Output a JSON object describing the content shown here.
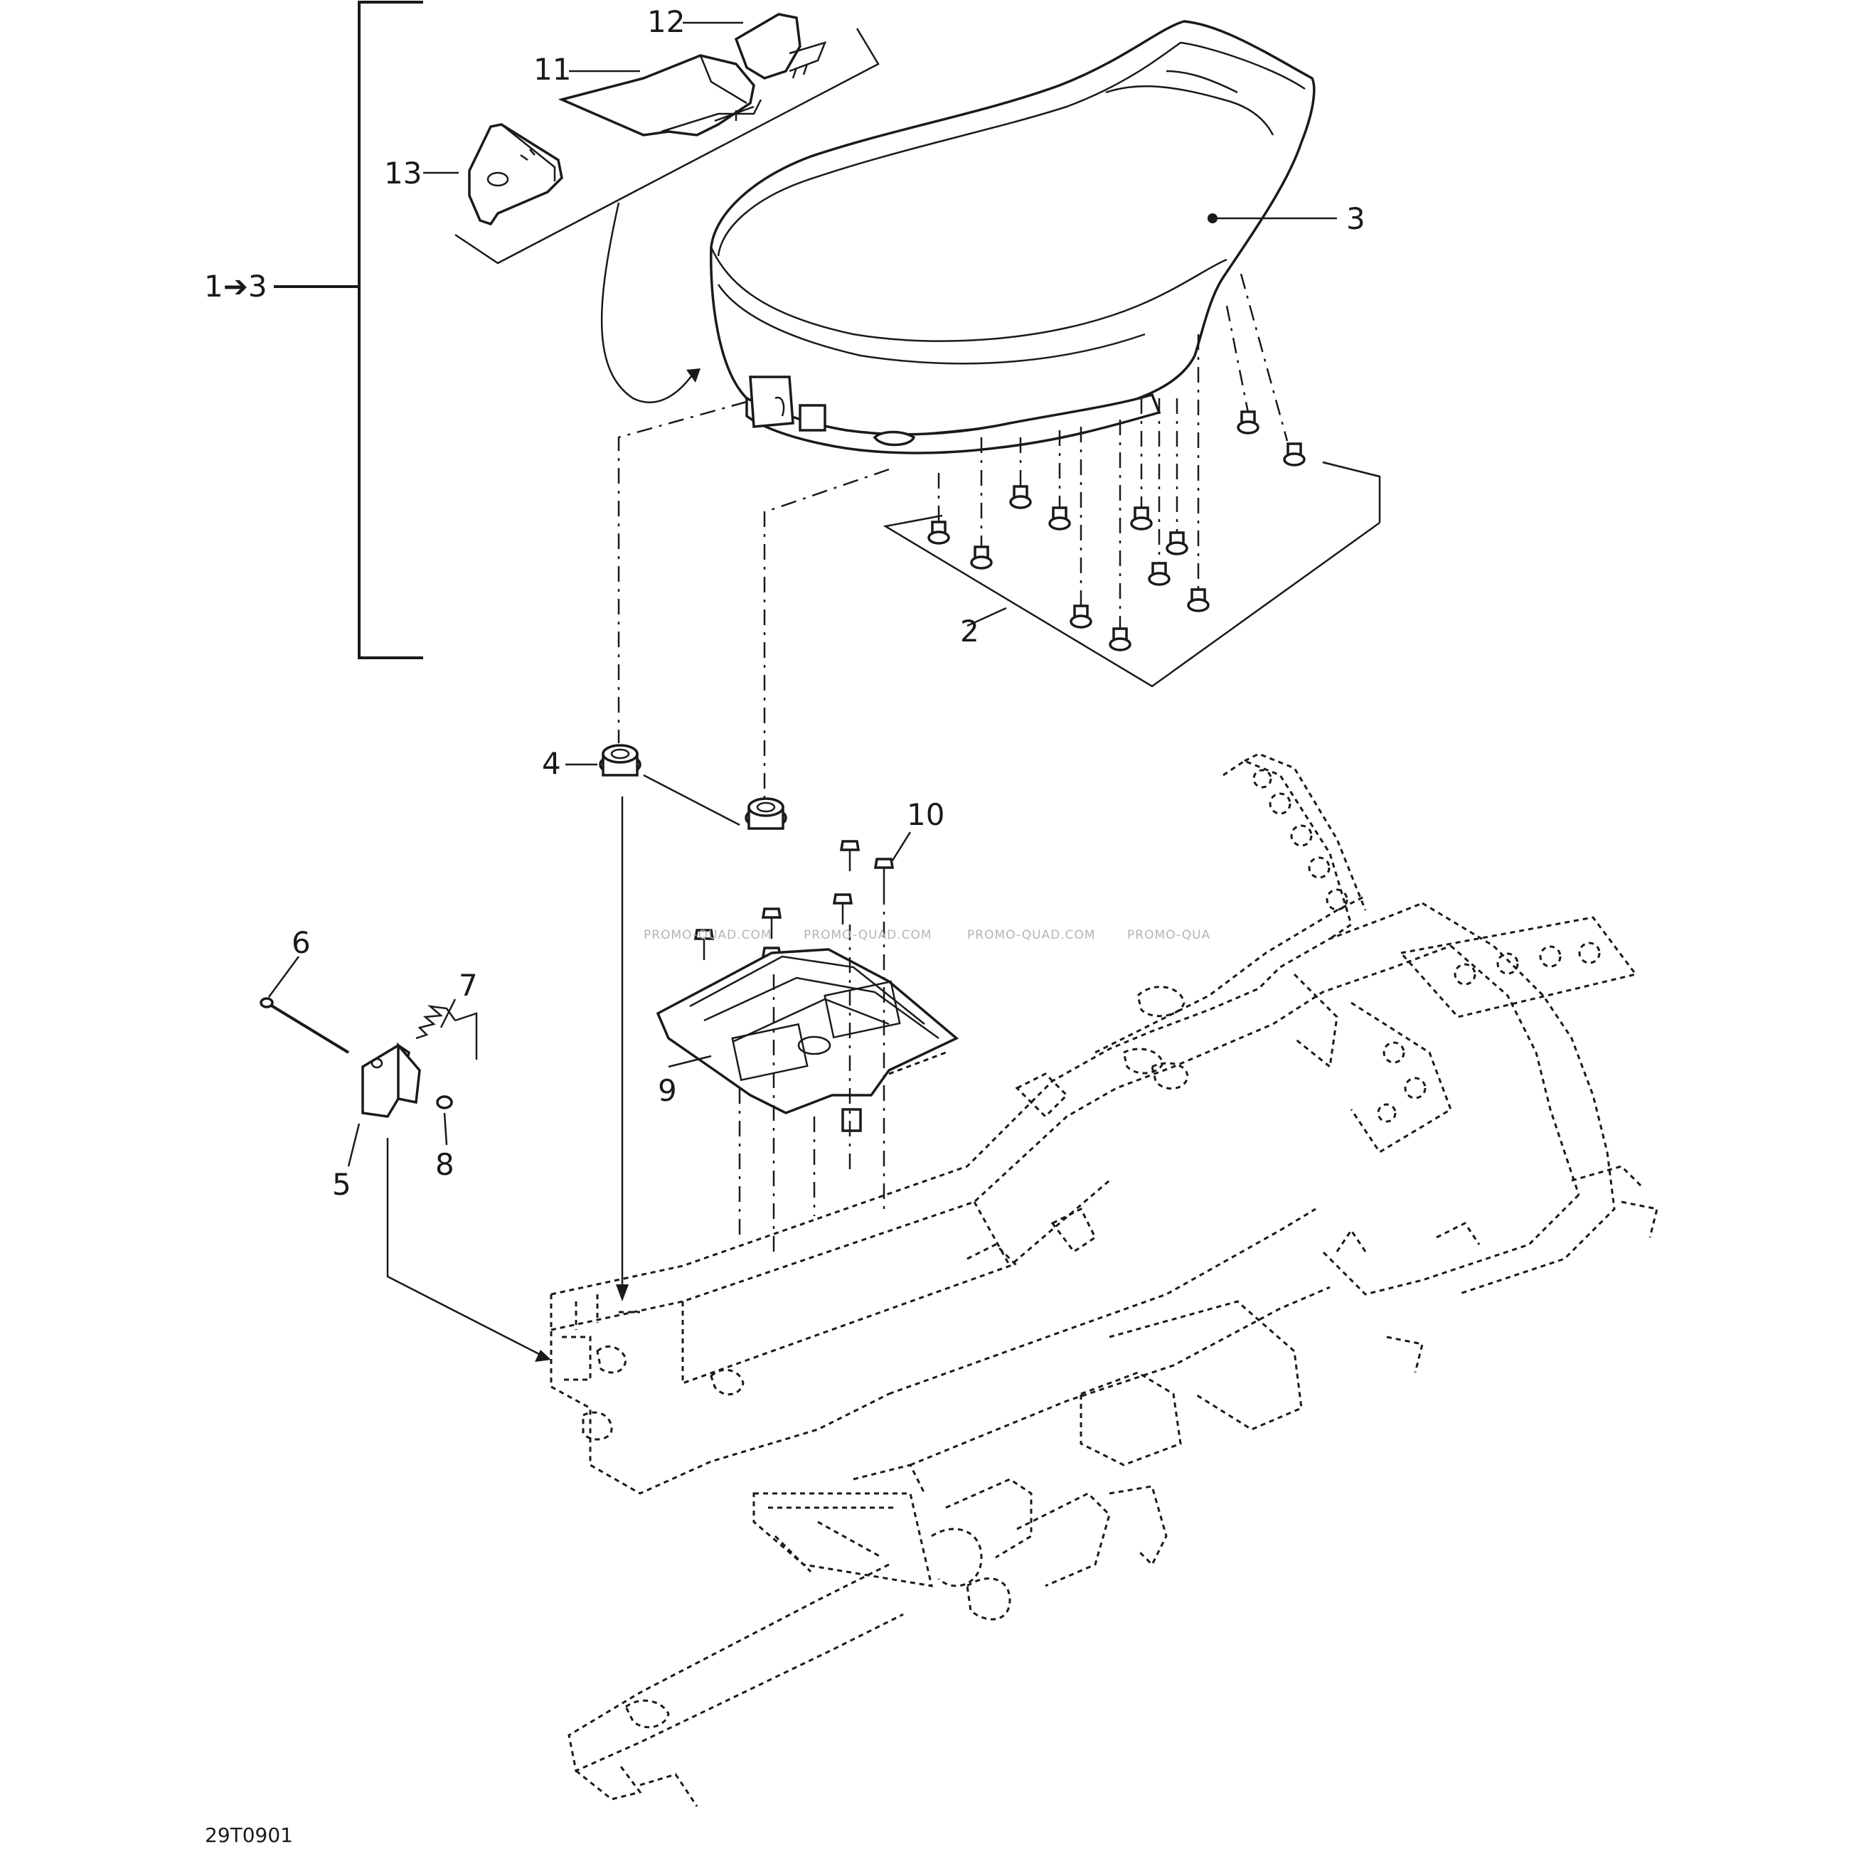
{
  "diagram_code": "29T0901",
  "group_label": "1➔3",
  "callouts": {
    "c2": "2",
    "c3": "3",
    "c4": "4",
    "c5": "5",
    "c6": "6",
    "c7": "7",
    "c8": "8",
    "c9": "9",
    "c10": "10",
    "c11": "11",
    "c12": "12",
    "c13": "13"
  },
  "watermarks": [
    "PROMO-QUAD.COM",
    "PROMO-QUAD.COM",
    "PROMO-QUAD.COM",
    "PROMO-QUA"
  ]
}
